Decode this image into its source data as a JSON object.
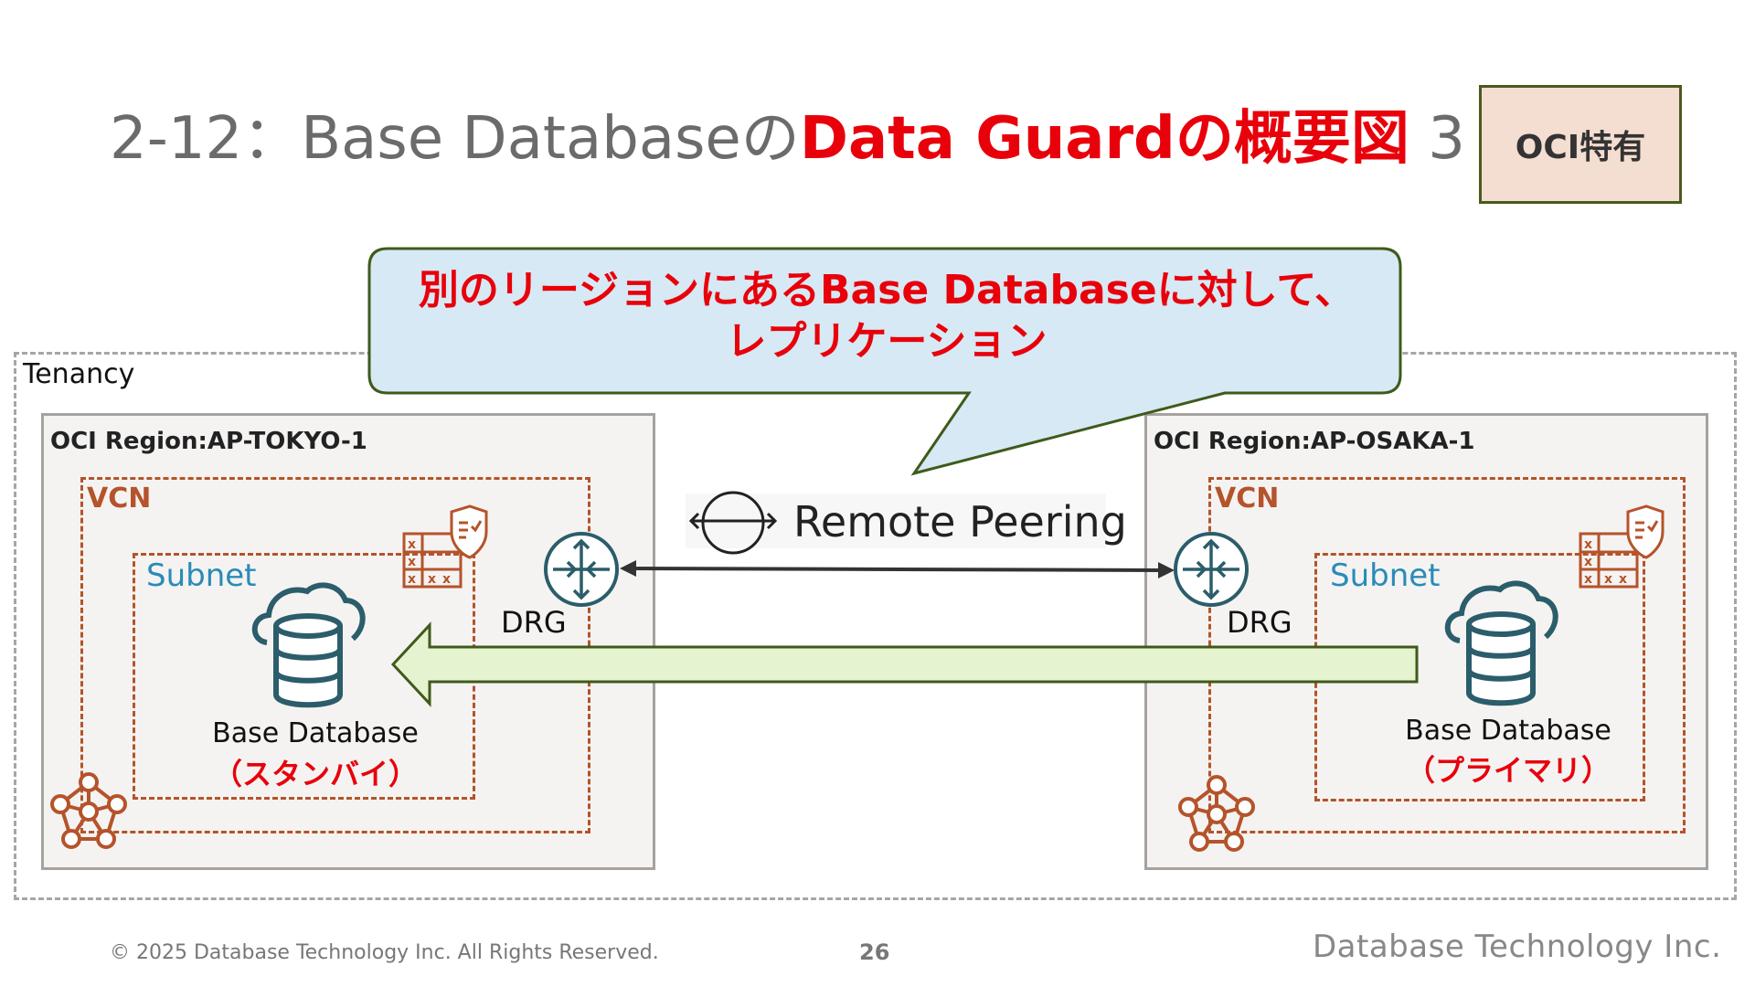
{
  "header": {
    "title_prefix": "2-12：Base Databaseの",
    "title_highlight": "Data Guardの概要図",
    "title_suffix": " 3",
    "badge": "OCI特有"
  },
  "callout": {
    "line1": "別のリージョンにあるBase Databaseに対して、",
    "line2": "レプリケーション"
  },
  "diagram": {
    "tenancy_label": "Tenancy",
    "left_region": {
      "label": "OCI Region:AP-TOKYO-1",
      "vcn_label": "VCN",
      "subnet_label": "Subnet",
      "db_label": "Base Database",
      "db_role": "（スタンバイ）",
      "drg_label": "DRG"
    },
    "right_region": {
      "label": "OCI Region:AP-OSAKA-1",
      "vcn_label": "VCN",
      "subnet_label": "Subnet",
      "db_label": "Base Database",
      "db_role": "（プライマリ）",
      "drg_label": "DRG"
    },
    "peering_label": "Remote Peering"
  },
  "footer": {
    "copyright": "© 2025 Database Technology Inc. All Rights Reserved.",
    "page": "26",
    "brand": "Database Technology Inc."
  },
  "colors": {
    "accent_red": "#e8000b",
    "oci_orange": "#b5532a",
    "subnet_blue": "#2a8bb7",
    "callout_fill": "#d6e9f4",
    "callout_border": "#3f5a1a",
    "replication_arrow_fill": "#e6f3d0",
    "drg_icon": "#2b5d6b"
  },
  "icons": [
    "security-list-icon",
    "database-cloud-icon",
    "drg-router-icon",
    "vcn-network-icon",
    "remote-peering-icon"
  ]
}
